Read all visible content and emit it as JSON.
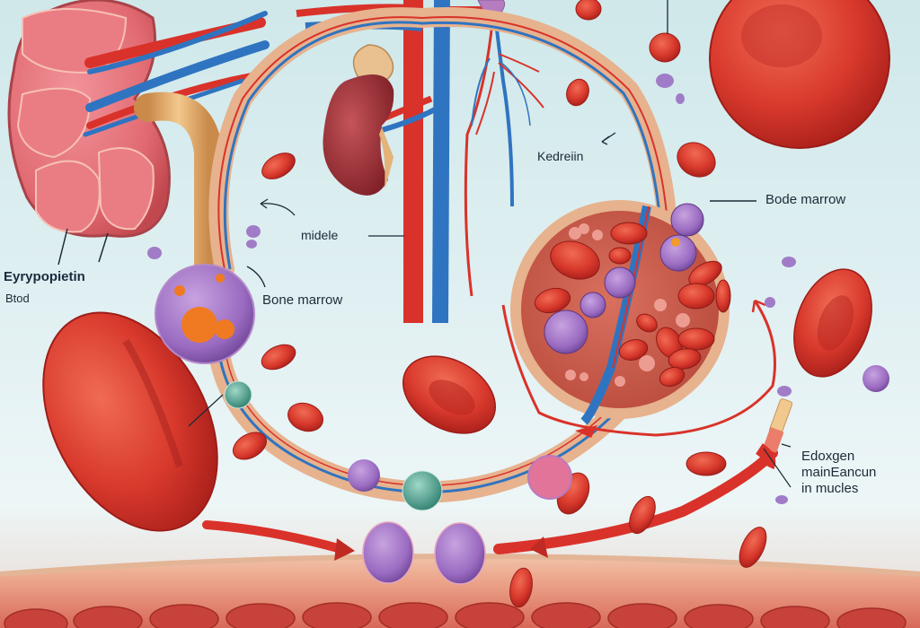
{
  "diagram": {
    "subject": "Erythropoietin / red blood cell production illustration",
    "background_color": "#dcEEF0",
    "colors": {
      "artery_red": "#d9322a",
      "vein_blue": "#2f74c0",
      "rbc_red": "#d8392c",
      "kidney_pink": "#e8707a",
      "marrow_tan": "#e7b28e",
      "stem_cell_purple": "#9a6bc1",
      "teal_cell": "#3f9d8c",
      "label_text": "#1c2a36"
    }
  },
  "labels": {
    "erythropoietin": "Eyrypopietin",
    "blood": "Btod",
    "midele": "midele",
    "bone_marrow_left": "Bone marrow",
    "kedrein": "Kedreiin",
    "bone_marrow_right": "Bode marrow",
    "oxygen_muscles": "Edoxgen\nmainEancun\nin mucles"
  },
  "elements": [
    {
      "name": "large-kidney",
      "position": "top-left"
    },
    {
      "name": "small-kidney-with-adrenal",
      "position": "top-center"
    },
    {
      "name": "aorta-and-vena-cava",
      "position": "top-center-vertical"
    },
    {
      "name": "bone-marrow-loop-vessel",
      "position": "center"
    },
    {
      "name": "bone-marrow-cross-section",
      "position": "center-right"
    },
    {
      "name": "large-red-blood-cell",
      "position": "top-right"
    },
    {
      "name": "large-red-blood-cell",
      "position": "left"
    },
    {
      "name": "purple-stem-cell",
      "position": "left-center"
    },
    {
      "name": "muscle-tissue-layer",
      "position": "bottom"
    }
  ]
}
